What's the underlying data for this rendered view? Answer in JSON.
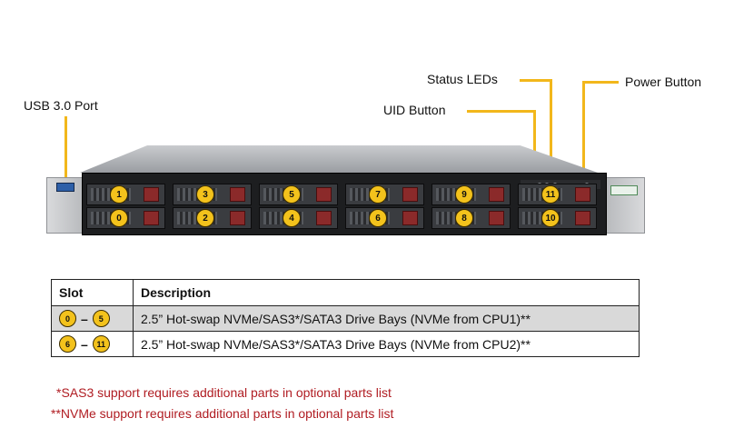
{
  "callouts": {
    "usb": "USB 3.0 Port",
    "status_leds": "Status LEDs",
    "uid_button": "UID Button",
    "power_button": "Power Button"
  },
  "bays": {
    "top": [
      "1",
      "3",
      "5",
      "7",
      "9",
      "11"
    ],
    "bottom": [
      "0",
      "2",
      "4",
      "6",
      "8",
      "10"
    ]
  },
  "table": {
    "headers": {
      "slot": "Slot",
      "description": "Description"
    },
    "rows": [
      {
        "from": "0",
        "dash": "–",
        "to": "5",
        "description": "2.5” Hot-swap NVMe/SAS3*/SATA3 Drive Bays (NVMe from CPU1)**"
      },
      {
        "from": "6",
        "dash": "–",
        "to": "11",
        "description": "2.5” Hot-swap NVMe/SAS3*/SATA3 Drive Bays (NVMe from CPU2)**"
      }
    ]
  },
  "footnotes": [
    "*SAS3 support requires additional parts in optional parts list",
    "**NVMe support requires additional parts in optional parts list"
  ],
  "colors": {
    "callout_line": "#f2b71b",
    "badge": "#f3c21c",
    "footnote": "#b01c22",
    "shaded_row": "#d9d9d9"
  }
}
